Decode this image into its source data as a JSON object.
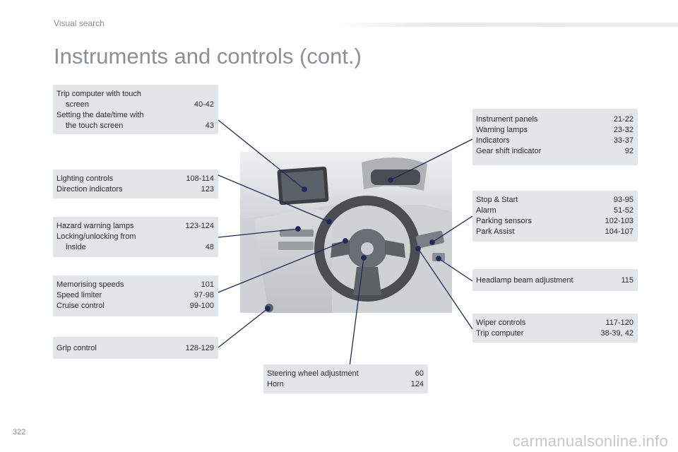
{
  "header": {
    "section": "Visual search"
  },
  "page": {
    "title": "Instruments and controls (cont.)",
    "number": "322"
  },
  "watermark": "carmanualsonline.info",
  "boxes": {
    "trip_touch": {
      "rows": [
        {
          "label": "Trip computer with touch",
          "pages": ""
        },
        {
          "label": "screen",
          "pages": "40-42",
          "indent": true
        },
        {
          "label": "Setting the date/time with",
          "pages": ""
        },
        {
          "label": "the touch screen",
          "pages": "43",
          "indent": true
        }
      ]
    },
    "lighting": {
      "rows": [
        {
          "label": "Lighting controls",
          "pages": "108-114"
        },
        {
          "label": "Direction indicators",
          "pages": "123"
        }
      ]
    },
    "hazard": {
      "rows": [
        {
          "label": "Hazard warning lamps",
          "pages": "123-124"
        },
        {
          "label": "Locking/unlocking from",
          "pages": ""
        },
        {
          "label": "inside",
          "pages": "48",
          "indent": true
        }
      ]
    },
    "speeds": {
      "rows": [
        {
          "label": "Memorising speeds",
          "pages": "101"
        },
        {
          "label": "Speed limiter",
          "pages": "97-98"
        },
        {
          "label": "Cruise control",
          "pages": "99-100"
        }
      ]
    },
    "grip": {
      "rows": [
        {
          "label": "Grip control",
          "pages": "128-129"
        }
      ]
    },
    "steering": {
      "rows": [
        {
          "label": "Steering wheel adjustment",
          "pages": "60"
        },
        {
          "label": "Horn",
          "pages": "124"
        }
      ]
    },
    "instruments": {
      "rows": [
        {
          "label": "Instrument panels",
          "pages": "21-22"
        },
        {
          "label": "Warning lamps",
          "pages": "23-32"
        },
        {
          "label": "Indicators",
          "pages": "33-37"
        },
        {
          "label": "Gear shift indicator",
          "pages": "92"
        }
      ]
    },
    "stopstart": {
      "rows": [
        {
          "label": "Stop & Start",
          "pages": "93-95"
        },
        {
          "label": "Alarm",
          "pages": "51-52"
        },
        {
          "label": "Parking sensors",
          "pages": "102-103"
        },
        {
          "label": "Park Assist",
          "pages": "104-107"
        }
      ]
    },
    "headlamp": {
      "rows": [
        {
          "label": "Headlamp beam adjustment",
          "pages": "115"
        }
      ]
    },
    "wiper": {
      "rows": [
        {
          "label": "Wiper controls",
          "pages": "117-120"
        },
        {
          "label": "Trip computer",
          "pages": "38-39, 42"
        }
      ]
    }
  },
  "colors": {
    "box_bg": "#e3e6e9",
    "leader": "#1d2a5c",
    "title": "#8a9097"
  }
}
